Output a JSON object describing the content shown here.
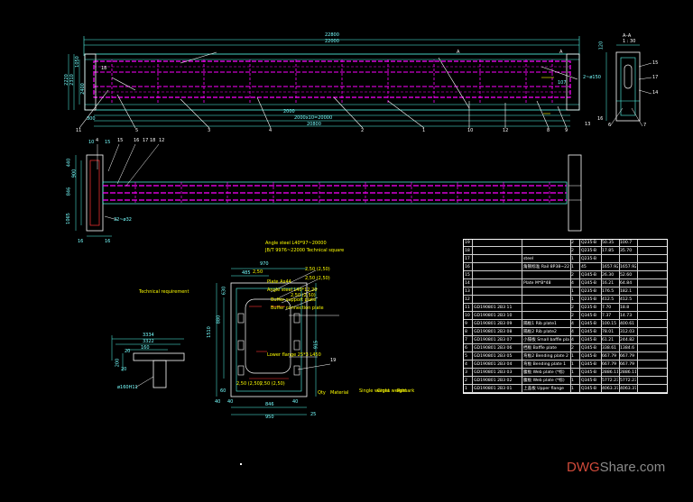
{
  "drawing": {
    "top_view": {
      "dims_top": [
        "22800",
        "22000"
      ],
      "dims_left": [
        "2220",
        "2310",
        "1050",
        "2400"
      ],
      "dims_bottom": [
        "2000",
        "2000x10=20000",
        "20800",
        "300"
      ],
      "dims_right": [
        "120",
        "2~ø150",
        "107"
      ],
      "markers": [
        "A",
        "A"
      ],
      "callouts": [
        "11",
        "5",
        "3",
        "4",
        "2",
        "1",
        "10",
        "12",
        "8",
        "9",
        "6",
        "7",
        "14",
        "17",
        "15",
        "16",
        "13",
        "18"
      ]
    },
    "section_aa": {
      "title": "A–A",
      "scale": "1 : 30"
    },
    "side_view": {
      "dims": [
        "10",
        "15",
        "440",
        "900",
        "846",
        "1065",
        "16",
        "16",
        "32~ø32"
      ],
      "callouts": [
        "4",
        "15",
        "16",
        "17",
        "18",
        "12"
      ]
    },
    "end_view": {
      "title_lines": [
        "Angle steel L40*97~20000",
        "JB/T 9976~22000 Technical square"
      ],
      "labels": [
        "Plate Ax44",
        "Angle steel L40*12,20",
        "Buffer support plate",
        "Buffer connection plate",
        "Lower flange 25*3 L450"
      ],
      "notes": [
        "2,50 (2,50)",
        "2,50 (2,50)",
        "2,50",
        "2,50 (2,50)",
        "2,50 (2,50)",
        "2,50 (2,50)"
      ],
      "dims": [
        "970",
        "485",
        "630",
        "1510",
        "880",
        "915",
        "846",
        "950",
        "60",
        "40",
        "40",
        "40",
        "25"
      ],
      "callouts": [
        "19"
      ]
    },
    "table_footer": [
      "Qty",
      "Material",
      "Single weight",
      "Gross weight",
      "Remark"
    ],
    "technical_requirement": "Technical requirement",
    "detail": {
      "dims": [
        "3334",
        "3322",
        "160",
        "20",
        "200",
        "20",
        "ø160H11"
      ]
    }
  },
  "parts_list": [
    {
      "no": "19",
      "code": "",
      "name": "",
      "qty": "2",
      "mat": "Q235-B",
      "w": "50.35",
      "g": "100.7"
    },
    {
      "no": "18",
      "code": "",
      "name": "",
      "qty": "2",
      "mat": "Q235-B",
      "w": "17.85",
      "g": "35.70"
    },
    {
      "no": "17",
      "code": "",
      "name": "steel",
      "qty": "1",
      "mat": "Q235-B",
      "w": "",
      "g": ""
    },
    {
      "no": "16",
      "code": "",
      "name": "角钢标准  Rail 8P38~22000",
      "qty": "1",
      "mat": "45",
      "w": "1657.92",
      "g": "1657.92"
    },
    {
      "no": "15",
      "code": "",
      "name": "",
      "qty": "2",
      "mat": "Q345-B",
      "w": "26.30",
      "g": "52.60"
    },
    {
      "no": "14",
      "code": "",
      "name": "Plate M*B*48",
      "qty": "4",
      "mat": "Q345-B",
      "w": "16.21",
      "g": "64.84"
    },
    {
      "no": "13",
      "code": "",
      "name": "",
      "qty": "1",
      "mat": "Q235-B",
      "w": "176.5",
      "g": "182.1"
    },
    {
      "no": "12",
      "code": "",
      "name": "",
      "qty": "1",
      "mat": "Q235-B",
      "w": "412.5",
      "g": "412.5"
    },
    {
      "no": "11",
      "code": "GD190801  2B3  11",
      "name": "",
      "qty": "2",
      "mat": "Q235-B",
      "w": "7.70",
      "g": "18.8"
    },
    {
      "no": "10",
      "code": "GD190801  2B3  10",
      "name": "",
      "qty": "2",
      "mat": "Q345-B",
      "w": "7.37",
      "g": "14.73"
    },
    {
      "no": "9",
      "code": "GD190801  2B3  09",
      "name": "隔板1  Rib plate1",
      "qty": "4",
      "mat": "Q345-B",
      "w": "100.15",
      "g": "400.61"
    },
    {
      "no": "8",
      "code": "GD190801  2B3  08",
      "name": "隔板2  Rib plate2",
      "qty": "4",
      "mat": "Q345-B",
      "w": "78.01",
      "g": "312.03"
    },
    {
      "no": "7",
      "code": "GD190801  2B3  07",
      "name": "小隔板  Small baffle plate",
      "qty": "4",
      "mat": "Q345-B",
      "w": "61.21",
      "g": "244.82"
    },
    {
      "no": "6",
      "code": "GD190801  2B3  06",
      "name": "挡板  Baffle plate",
      "qty": "2",
      "mat": "Q345-B",
      "w": "338.61",
      "g": "1384.6"
    },
    {
      "no": "5",
      "code": "GD190801  2B3  05",
      "name": "弯板2  Bending plate 2",
      "qty": "1",
      "mat": "Q345-B",
      "w": "667.79",
      "g": "667.79"
    },
    {
      "no": "4",
      "code": "GD190801  2B3  04",
      "name": "弯板  Bending plate 1",
      "qty": "1",
      "mat": "Q345-B",
      "w": "667.79",
      "g": "667.79"
    },
    {
      "no": "3",
      "code": "GD190801  2B3  03",
      "name": "腹板  Web plate (*标)",
      "qty": "1",
      "mat": "Q345-B",
      "w": "2886.11",
      "g": "2886.11"
    },
    {
      "no": "2",
      "code": "GD190801  2B3  02",
      "name": "腹板  Web plate (*标)",
      "qty": "1",
      "mat": "Q345-B",
      "w": "5772.23",
      "g": "5772.23"
    },
    {
      "no": "1",
      "code": "GD190801  2B3  01",
      "name": "上盖板  Upper flange",
      "qty": "1",
      "mat": "Q345-B",
      "w": "4063.37",
      "g": "4063.37"
    }
  ],
  "watermark": {
    "prefix": "DWG",
    "suffix": "Share.com"
  }
}
